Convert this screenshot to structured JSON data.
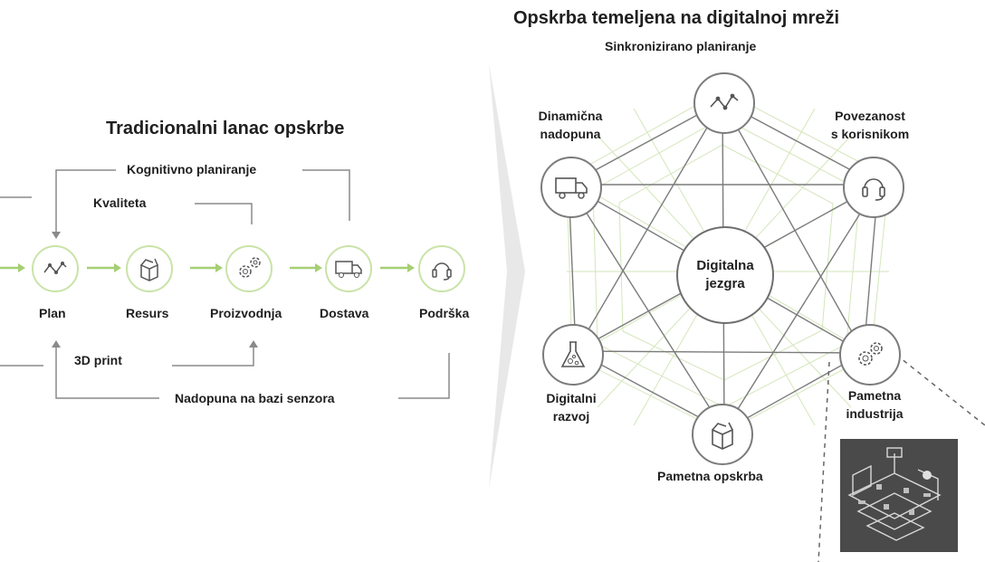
{
  "left": {
    "title": "Tradicionalni lanac opskrbe",
    "cognitive": "Kognitivno planiranje",
    "quality": "Kvaliteta",
    "print3d": "3D print",
    "sensor": "Nadopuna na bazi senzora",
    "stages": [
      "Plan",
      "Resurs",
      "Proizvodnja",
      "Dostava",
      "Podrška"
    ]
  },
  "right": {
    "title": "Opskrba temeljena na digitalnoj mreži",
    "core_line1": "Digitalna",
    "core_line2": "jezgra",
    "top": "Sinkronizirano planiranje",
    "dyn1": "Dinamična",
    "dyn2": "nadopuna",
    "cust1": "Povezanost",
    "cust2": "s korisnikom",
    "dev1": "Digitalni",
    "dev2": "razvoj",
    "ind1": "Pametna",
    "ind2": "industrija",
    "bottom": "Pametna opskrba"
  },
  "colors": {
    "green": "#a5cf73",
    "lightGreen": "#c9e3a8",
    "gray": "#7b7b7b",
    "text": "#1f1f1f"
  }
}
